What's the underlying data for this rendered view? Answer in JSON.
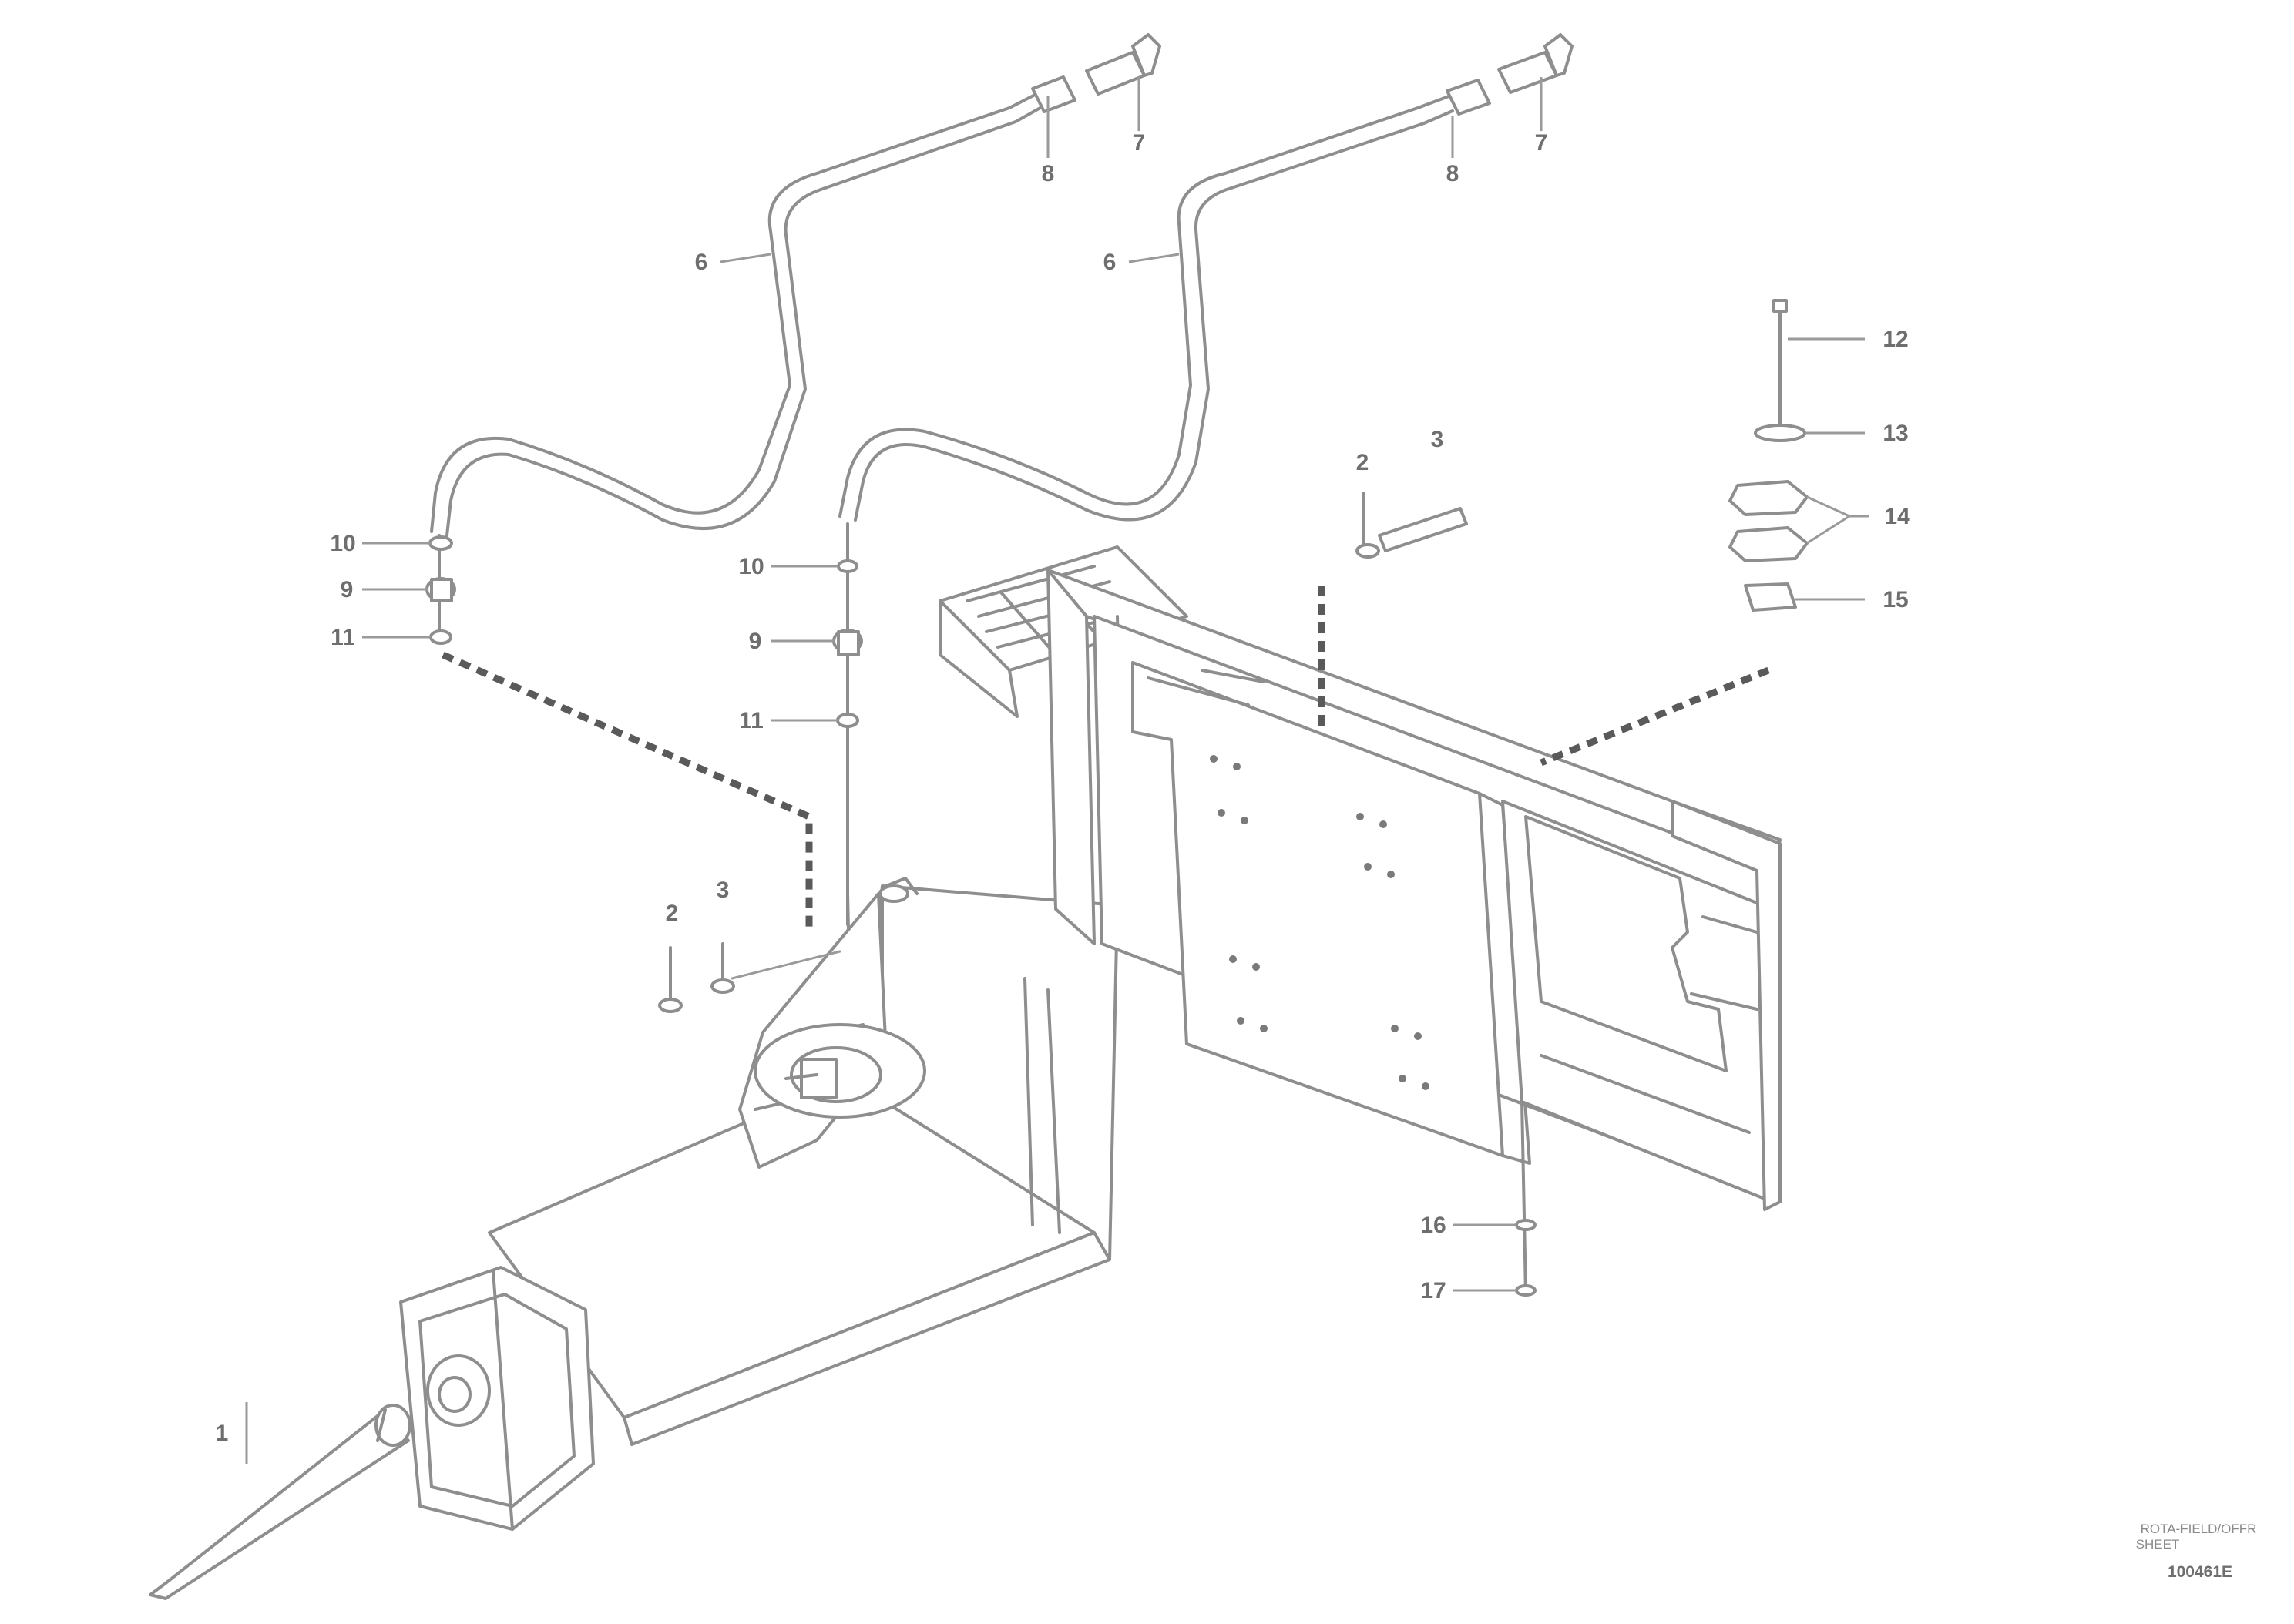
{
  "figure": {
    "callouts": {
      "c1": "1",
      "c2a": "2",
      "c3a": "3",
      "c2b": "2",
      "c3b": "3",
      "c6a": "6",
      "c7a": "7",
      "c8a": "8",
      "c6b": "6",
      "c7b": "7",
      "c8b": "8",
      "c9a": "9",
      "c10a": "10",
      "c11a": "11",
      "c9b": "9",
      "c10b": "10",
      "c11b": "11",
      "c12": "12",
      "c13": "13",
      "c14": "14",
      "c15": "15",
      "c16": "16",
      "c17": "17"
    },
    "stamp": {
      "line1": "ROTA-FIELD/OFFR",
      "line2": "SHEET",
      "id": "100461E"
    }
  }
}
